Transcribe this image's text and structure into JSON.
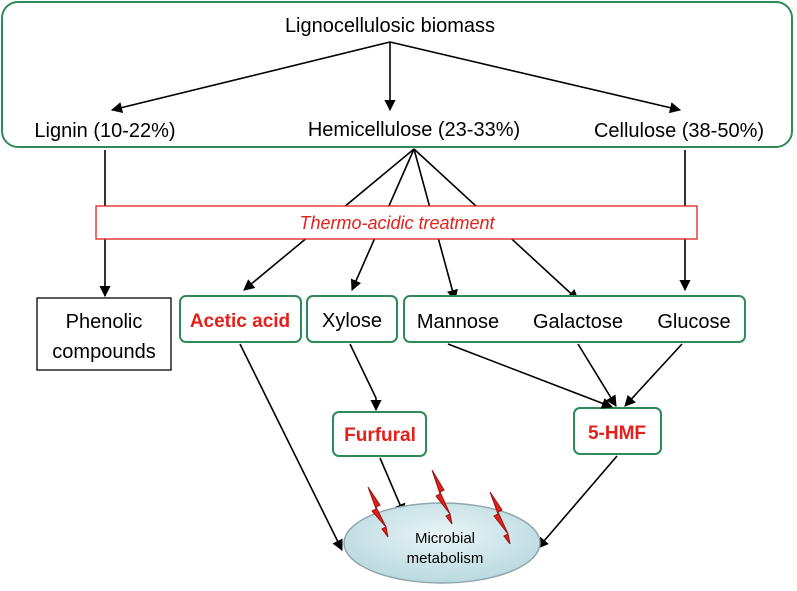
{
  "top": {
    "title": "Lignocellulosic biomass",
    "components": [
      "Lignin (10-22%)",
      "Hemicellulose (23-33%)",
      "Cellulose (38-50%)"
    ]
  },
  "treatment": "Thermo-acidic treatment",
  "products": {
    "phenolic_line1": "Phenolic",
    "phenolic_line2": "compounds",
    "acetic_acid": "Acetic acid",
    "xylose": "Xylose",
    "mannose": "Mannose",
    "galactose": "Galactose",
    "glucose": "Glucose"
  },
  "inhibitors": {
    "furfural": "Furfural",
    "hmf": "5-HMF"
  },
  "target": {
    "line1": "Microbial",
    "line2": "metabolism"
  },
  "colors": {
    "box_border_green": "#2e8b57",
    "inhibitor_text_red": "#e3211c",
    "treatment_border_red": "#e3211c",
    "ellipse_fill": "#cfe6ea",
    "lightning_red": "#e0201b"
  }
}
